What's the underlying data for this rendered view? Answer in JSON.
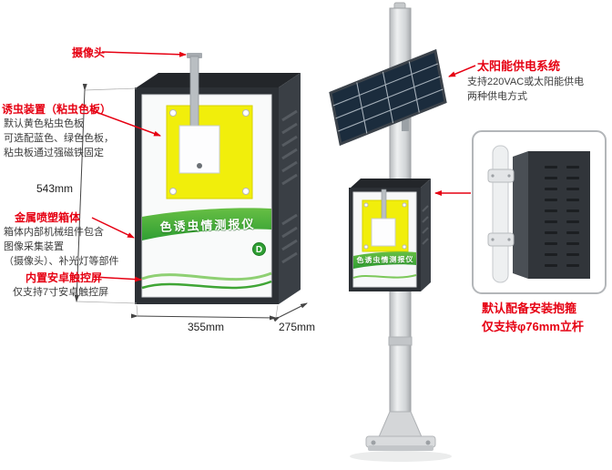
{
  "annotations": {
    "camera": {
      "title": "摄像头"
    },
    "lure": {
      "title": "诱虫装置（粘虫色板）",
      "desc": [
        "默认黄色粘虫色板",
        "可选配蓝色、绿色色板，",
        "粘虫板通过强磁铁固定"
      ]
    },
    "metal_box": {
      "title": "金属喷塑箱体",
      "desc": [
        "箱体内部机械组件包含",
        "图像采集装置",
        "（摄像头）、补光灯等部件"
      ]
    },
    "screen": {
      "title": "内置安卓触控屏",
      "desc": [
        "仅支持7寸安卓触控屏"
      ]
    },
    "solar": {
      "title": "太阳能供电系统",
      "desc": [
        "支持220VAC或太阳能供电",
        "两种供电方式"
      ]
    },
    "clamp": {
      "lines": [
        "默认配备安装抱箍",
        "仅支持φ76mm立杆"
      ]
    }
  },
  "dimensions": {
    "height": "543mm",
    "width": "355mm",
    "depth": "275mm"
  },
  "device": {
    "name": "色诱虫情测报仪",
    "logo": "D"
  },
  "colors": {
    "accent_red": "#e60012",
    "board_yellow": "#f1ee0b",
    "brand_green": "#3fa535",
    "panel_dark": "#1b2c3d"
  }
}
